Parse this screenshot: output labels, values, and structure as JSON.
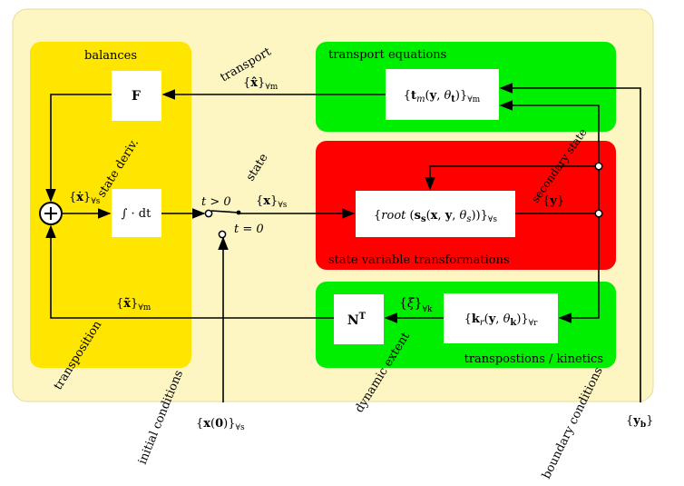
{
  "diagram": {
    "regions": {
      "balances": "balances",
      "transport_equations": "transport equations",
      "state_variable_transformations": "state variable transformations",
      "transpositions_kinetics": "transpostions / kinetics"
    },
    "boxes": {
      "F": "F",
      "integrator": "∫ · dt",
      "transport": "{t_m(y, θ_t)}_∀m",
      "root": "{root (s_s(x, y, θ_s))}_∀s",
      "kinetics": "{k_r(y, θ_k)}_∀r",
      "NT": "N^T"
    },
    "labels": {
      "transport": "transport",
      "state_deriv": "state deriv.",
      "state": "state",
      "secondary_state": "secondary state",
      "transposition": "transposition",
      "dynamic_extent": "dynamic extent",
      "initial_conditions": "initial conditions",
      "boundary_conditions": "boundary conditions",
      "t_gt_0": "t > 0",
      "t_eq_0": "t = 0"
    },
    "signals": {
      "x_hat": "{x̂}∀m",
      "x_dot": "{ẋ}∀s",
      "x": "{x}∀s",
      "y": "{y}",
      "x_tilde": "{x̃}∀m",
      "xi_tilde": "{ξ̃}∀k",
      "x0": "{x(0)}∀s",
      "yb": "{y_b}"
    },
    "colors": {
      "outer": "#fdf6c3",
      "balances": "#ffe600",
      "transport": "#00ee00",
      "transform": "#ff0000",
      "kinetics": "#00ee00",
      "box": "#ffffff"
    }
  }
}
